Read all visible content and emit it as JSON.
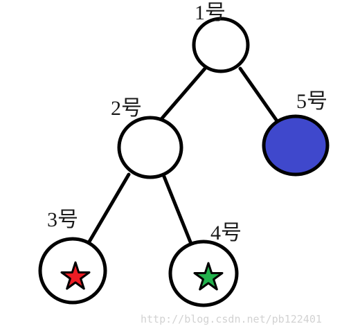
{
  "colors": {
    "node_fill": "#ffffff",
    "node5_fill": "#3f48cc",
    "star_red": "#ed1c24",
    "star_green": "#22b14c",
    "stroke": "#000000"
  },
  "nodes": [
    {
      "id": "1",
      "label": "1号"
    },
    {
      "id": "2",
      "label": "2号"
    },
    {
      "id": "3",
      "label": "3号",
      "marker": "red-star"
    },
    {
      "id": "4",
      "label": "4号",
      "marker": "green-star"
    },
    {
      "id": "5",
      "label": "5号",
      "filled": true
    }
  ],
  "edges": [
    {
      "from": "1",
      "to": "2"
    },
    {
      "from": "1",
      "to": "5"
    },
    {
      "from": "2",
      "to": "3"
    },
    {
      "from": "2",
      "to": "4"
    }
  ],
  "watermark": "http://blog.csdn.net/pb122401"
}
